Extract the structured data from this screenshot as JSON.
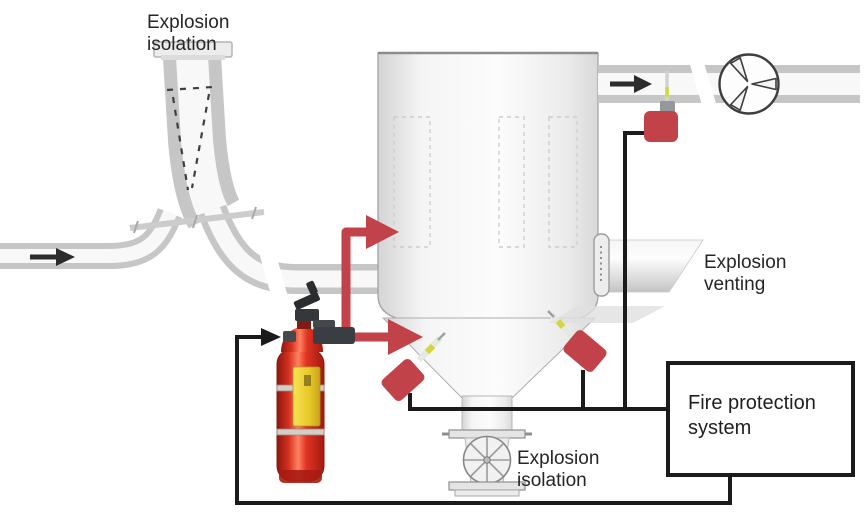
{
  "labels": {
    "explosion_isolation_top": "Explosion isolation",
    "explosion_venting": "Explosion venting",
    "explosion_isolation_bottom": "Explosion isolation",
    "fire_protection_system": "Fire protection system"
  },
  "colors": {
    "suppression_red": "#c2424a",
    "extinguisher_red": "#d8291a",
    "extinguisher_label_yellow": "#ecd23e",
    "control_line_black": "#1b1b1b",
    "pipe_gray": "#c6c6c6",
    "text": "#262626"
  },
  "icons": {
    "inlet_flow_arrow": "right-arrow",
    "outlet_flow_arrow": "right-arrow",
    "fan": "three-blade-fan",
    "rotary_valve": "eight-spoke-wheel",
    "flap_valve": "dashed-flap",
    "suppression_arrows": "right-arrow",
    "spark_detectors": "red-sensor-box",
    "extinguisher": "fire-suppression-cylinder"
  }
}
